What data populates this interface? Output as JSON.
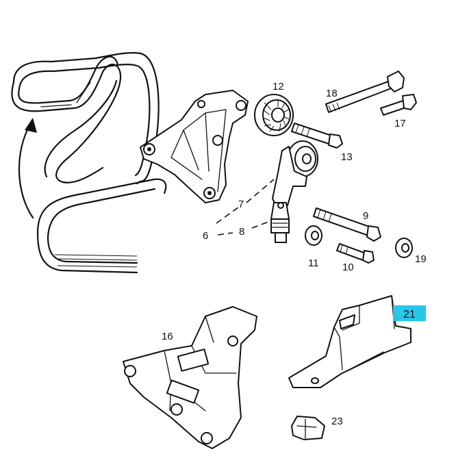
{
  "callouts": {
    "c6": "6",
    "c7": "7",
    "c8": "8",
    "c9": "9",
    "c10": "10",
    "c11": "11",
    "c12": "12",
    "c13": "13",
    "c16": "16",
    "c17": "17",
    "c18": "18",
    "c19": "19",
    "c21": "21",
    "c23": "23"
  },
  "highlight_color": "#29c6e8",
  "icons": {
    "arrow": "curved-arrow-icon"
  }
}
